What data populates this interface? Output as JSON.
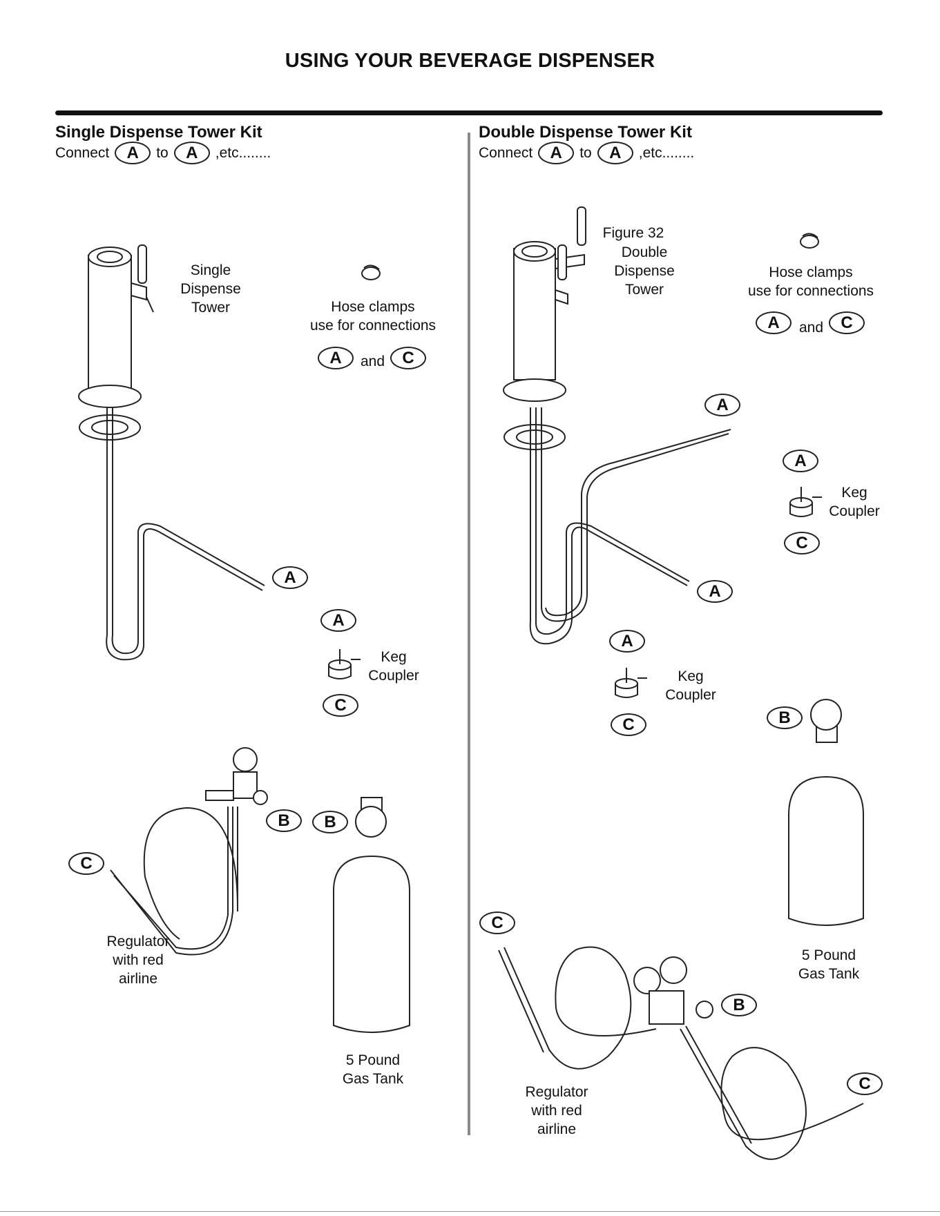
{
  "title": "USING YOUR BEVERAGE DISPENSER",
  "single": {
    "heading": "Single Dispense Tower Kit",
    "connect": "Connect",
    "to": "to",
    "etc": ",etc........",
    "tower_label": [
      "Single",
      "Dispense",
      "Tower"
    ],
    "hose_clamps": [
      "Hose clamps",
      "use for connections"
    ],
    "and": "and",
    "keg_coupler": [
      "Keg",
      "Coupler"
    ],
    "regulator": [
      "Regulator",
      "with red",
      "airline"
    ],
    "gas_tank": [
      "5 Pound",
      "Gas Tank"
    ]
  },
  "double": {
    "heading": "Double Dispense Tower Kit",
    "connect": "Connect",
    "to": "to",
    "etc": ",etc........",
    "figure": "Figure 32",
    "tower_label": [
      "Double",
      "Dispense",
      "Tower"
    ],
    "hose_clamps": [
      "Hose clamps",
      "use for connections"
    ],
    "and": "and",
    "keg_coupler": [
      "Keg",
      "Coupler"
    ],
    "regulator": [
      "Regulator",
      "with red",
      "airline"
    ],
    "gas_tank": [
      "5 Pound",
      "Gas Tank"
    ]
  },
  "markers": {
    "a": "A",
    "b": "B",
    "c": "C"
  }
}
